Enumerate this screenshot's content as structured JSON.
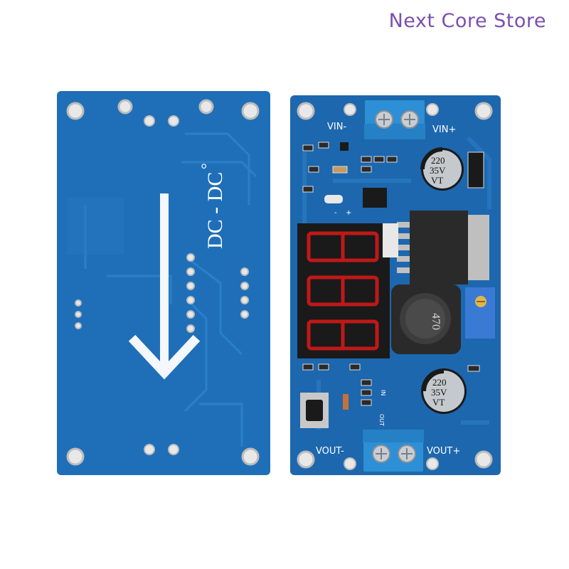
{
  "store_name": "Next Core Store",
  "back": {
    "logo_text": "DC - DC",
    "logo_mark": "°"
  },
  "front": {
    "vin_minus": "VIN-",
    "vin_plus": "VIN+",
    "vout_minus": "VOUT-",
    "vout_plus": "VOUT+",
    "cap_top": {
      "line1": "220",
      "line2": "35V",
      "line3": "VT"
    },
    "cap_bottom": {
      "line1": "220",
      "line2": "35V",
      "line3": "VT"
    },
    "inductor_code": "470",
    "indicator_in": "IN",
    "indicator_out": "OUT",
    "polarity_minus": "-",
    "polarity_plus": "+"
  },
  "colors": {
    "pcb_blue": "#1f6fb8",
    "pcb_dark": "#1a5e9e",
    "trace": "#2a7cc4",
    "display_red": "#e02020",
    "terminal_blue": "#2d8fd6",
    "store_text": "#7b4fb0"
  }
}
